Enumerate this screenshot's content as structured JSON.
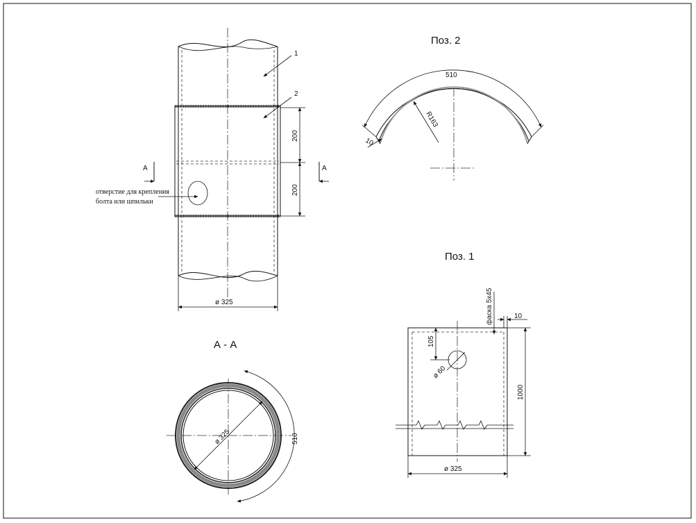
{
  "views": {
    "main": {
      "callout_1": "1",
      "callout_2": "2",
      "dim_upper": "200",
      "dim_lower": "200",
      "section_left": "A",
      "section_right": "A",
      "hole_note_line1": "отверстие для крепления",
      "hole_note_line2": "болта или шпильки",
      "dim_diameter": "ø 325"
    },
    "section_aa": {
      "title": "А - А",
      "dim_diameter": "ø 325",
      "dim_arc": "510"
    },
    "pos2": {
      "title": "Поз. 2",
      "dim_arc": "510",
      "dim_radius": "R163",
      "dim_thickness": "10"
    },
    "pos1": {
      "title": "Поз. 1",
      "dim_chamfer": "фаска 5х45",
      "dim_offset": "10",
      "dim_hole_pos": "105",
      "dim_hole_dia": "ø 60",
      "dim_height": "1000",
      "dim_width": "ø 325"
    }
  }
}
